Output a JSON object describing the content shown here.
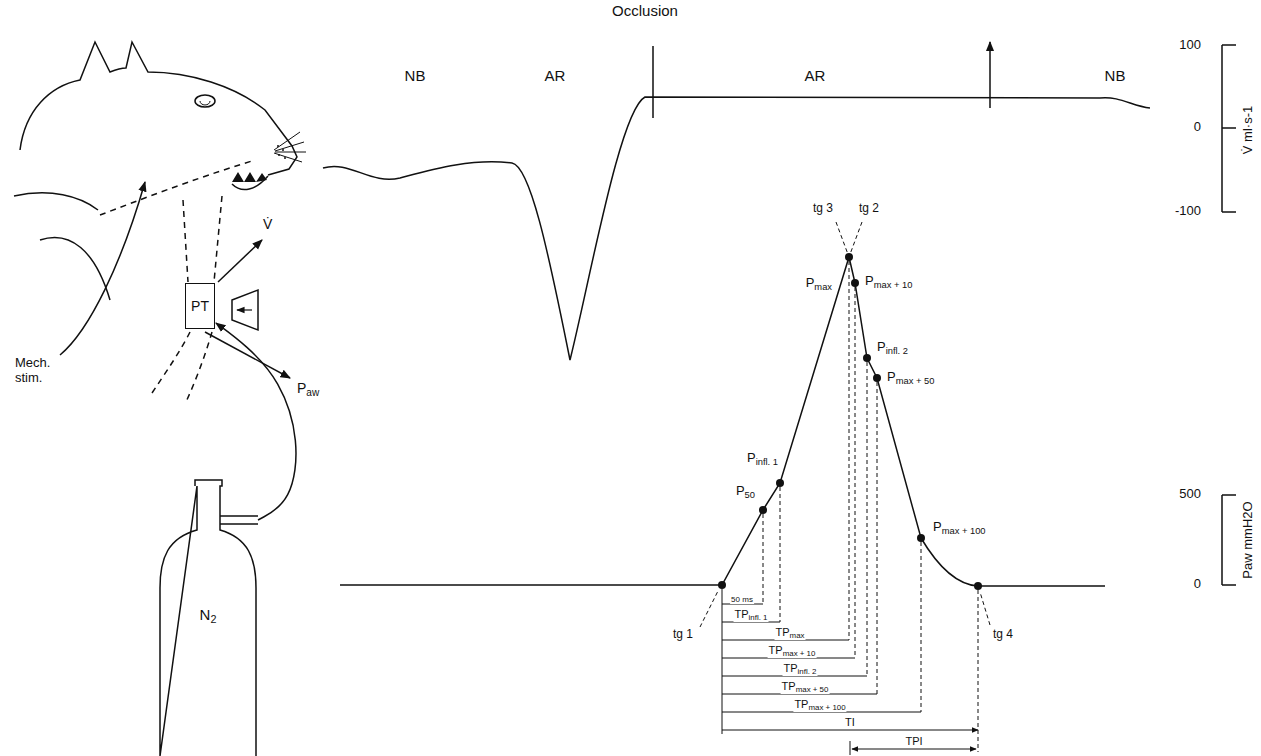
{
  "diagram": {
    "nodes": [
      {
        "text": [
          "PT"
        ]
      },
      {
        "text": [
          "N2"
        ]
      }
    ],
    "edges": [
      {
        "from": 1,
        "to": 0,
        "arrow": "to"
      }
    ],
    "labels": [
      "Occlusion",
      "NB",
      "AR",
      "AR",
      "NB",
      "100",
      "0",
      "-100",
      "V̇ ml·s-1",
      "500",
      "0",
      "Paw mmH2O",
      "Mech. stim.",
      "V̇",
      "Paw",
      "tg 3",
      "tg 2",
      "Pmax",
      "Pmax + 10",
      "Pinfl. 2",
      "Pmax + 50",
      "Pmax + 100",
      "Pinfl. 1",
      "P50",
      "50 ms",
      "TPinfl. 1",
      "TPmax",
      "TPmax + 10",
      "TPinfl. 2",
      "TPmax + 50",
      "TPmax + 100",
      "TI",
      "TPI",
      "tg 1",
      "tg 4"
    ]
  }
}
